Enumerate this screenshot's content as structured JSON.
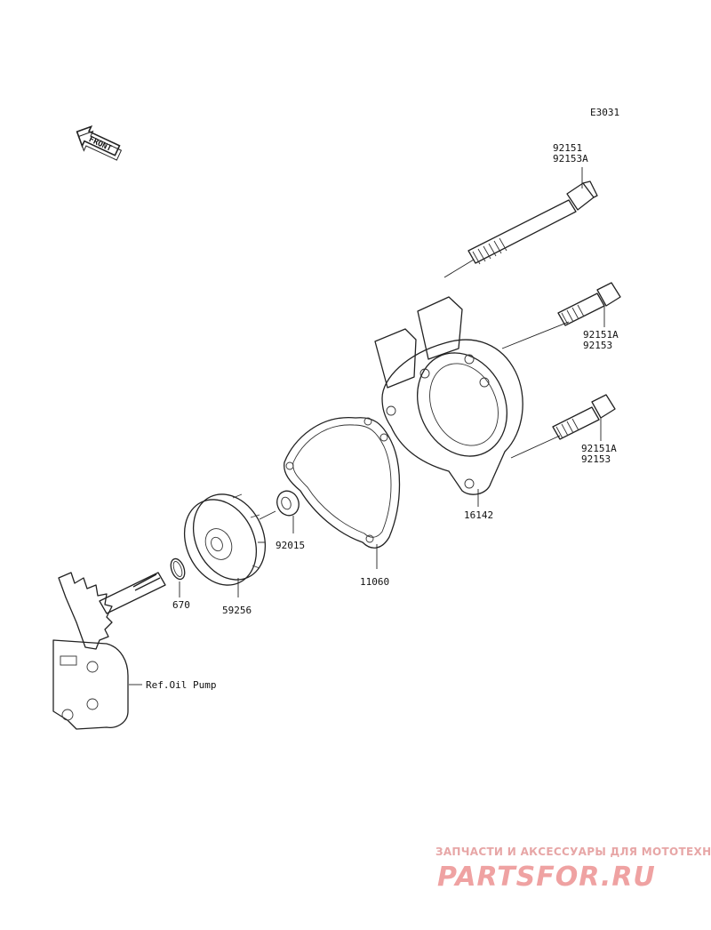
{
  "diagram": {
    "code": "E3031",
    "front_label": "FRONT",
    "parts": [
      {
        "id": "bolt-top",
        "labels": [
          "92151",
          "92153A"
        ]
      },
      {
        "id": "bolt-mid",
        "labels": [
          "92151A",
          "92153"
        ]
      },
      {
        "id": "bolt-low",
        "labels": [
          "92151A",
          "92153"
        ]
      },
      {
        "id": "cover",
        "labels": [
          "16142"
        ]
      },
      {
        "id": "gasket",
        "labels": [
          "11060"
        ]
      },
      {
        "id": "washer",
        "labels": [
          "92015"
        ]
      },
      {
        "id": "impeller",
        "labels": [
          "59256"
        ]
      },
      {
        "id": "oring",
        "labels": [
          "670"
        ]
      }
    ],
    "reference": "Ref.Oil Pump"
  },
  "watermark": {
    "subtitle": "ЗАПЧАСТИ И АКСЕССУАРЫ ДЛЯ МОТОТЕХНИКИ",
    "brand": "PARTSFOR.RU",
    "color": "#ef9a9a"
  }
}
